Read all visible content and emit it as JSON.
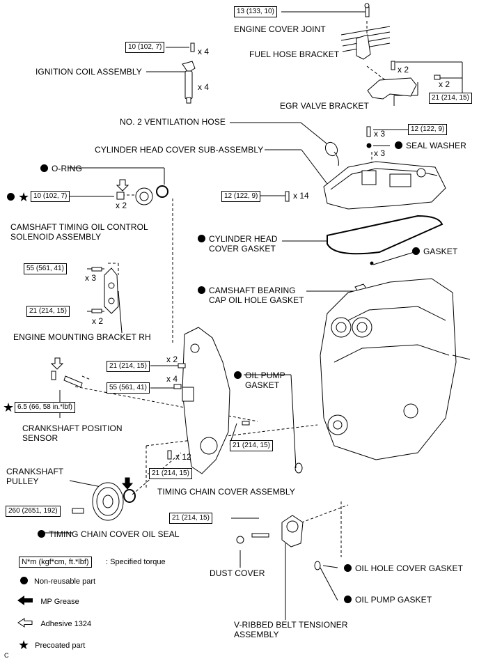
{
  "labels": {
    "engine_cover_joint": "ENGINE COVER JOINT",
    "fuel_hose_bracket": "FUEL HOSE BRACKET",
    "ignition_coil_assembly": "IGNITION COIL ASSEMBLY",
    "egr_valve_bracket": "EGR VALVE BRACKET",
    "no2_ventilation_hose": "NO. 2 VENTILATION HOSE",
    "cylinder_head_cover_sub_assembly": "CYLINDER HEAD COVER SUB-ASSEMBLY",
    "seal_washer": "SEAL WASHER",
    "o_ring": "O-RING",
    "camshaft_timing_solenoid_l1": "CAMSHAFT TIMING OIL CONTROL",
    "camshaft_timing_solenoid_l2": "SOLENOID ASSEMBLY",
    "cylinder_head_cover_gasket_l1": "CYLINDER HEAD",
    "cylinder_head_cover_gasket_l2": "COVER GASKET",
    "gasket": "GASKET",
    "camshaft_bearing_cap_l1": "CAMSHAFT BEARING",
    "camshaft_bearing_cap_l2": "CAP OIL HOLE GASKET",
    "engine_mounting_bracket_rh": "ENGINE MOUNTING BRACKET RH",
    "oil_pump_gasket_upper_l1": "OIL PUMP",
    "oil_pump_gasket_upper_l2": "GASKET",
    "crankshaft_position_sensor_l1": "CRANKSHAFT POSITION",
    "crankshaft_position_sensor_l2": "SENSOR",
    "crankshaft_pulley_l1": "CRANKSHAFT",
    "crankshaft_pulley_l2": "PULLEY",
    "timing_chain_cover_assembly": "TIMING CHAIN COVER ASSEMBLY",
    "timing_chain_cover_oil_seal": "TIMING CHAIN COVER OIL SEAL",
    "dust_cover": "DUST COVER",
    "oil_hole_cover_gasket": "OIL HOLE COVER GASKET",
    "oil_pump_gasket_lower": "OIL PUMP GASKET",
    "v_ribbed_belt_tensioner_l1": "V-RIBBED BELT TENSIONER",
    "v_ribbed_belt_tensioner_l2": "ASSEMBLY"
  },
  "torques": {
    "engine_cover_joint": "13 (133, 10)",
    "ignition_coil": "10 (102, 7)",
    "egr_bracket": "21 (214, 15)",
    "head_cover_upper": "12 (122, 9)",
    "head_cover_lower": "12 (122, 9)",
    "solenoid": "10 (102, 7)",
    "mount_bracket_upper": "55 (561, 41)",
    "mount_bracket_lower": "21 (214, 15)",
    "timing_cover_a": "21 (214, 15)",
    "timing_cover_b": "55 (561, 41)",
    "crank_sensor": "6.5 (66, 58 in.*lbf)",
    "timing_cover_c": "21 (214, 15)",
    "timing_cover_d": "21 (214, 15)",
    "crank_pulley": "260 (2651, 192)",
    "tensioner": "21 (214, 15)"
  },
  "counts": {
    "ignition_bolt": "x 4",
    "ignition_coil": "x 4",
    "egr_upper": "x 2",
    "egr_right": "x 2",
    "head_cover_bolt": "x 3",
    "seal_washer": "x 3",
    "head_cover_main": "x 14",
    "solenoid": "x 2",
    "mount_upper": "x 3",
    "mount_lower": "x 2",
    "timing_a": "x 2",
    "timing_b": "x 4",
    "timing_c": "x 12"
  },
  "legend": {
    "torque_box": "N*m (kgf*cm, ft.*lbf)",
    "torque_text": ": Specified torque",
    "non_reusable": "Non-reusable part",
    "mp_grease": "MP Grease",
    "adhesive": "Adhesive 1324",
    "precoated": "Precoated part"
  },
  "corner_code": "C"
}
